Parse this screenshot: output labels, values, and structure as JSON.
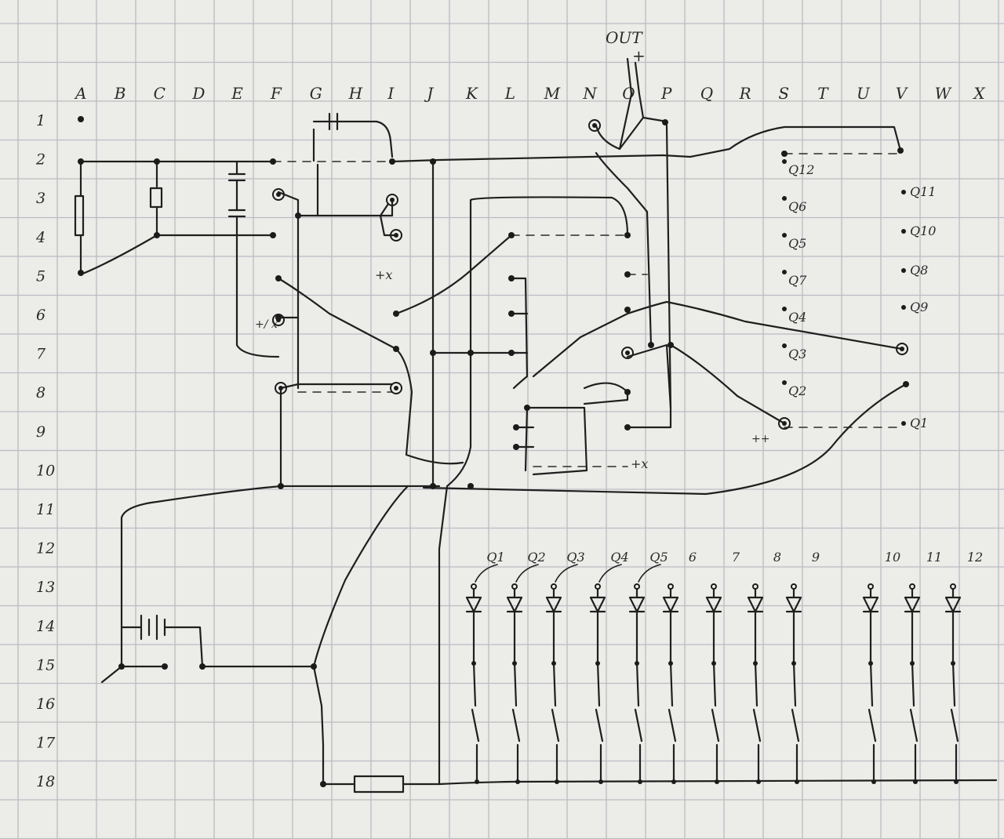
{
  "sheet": {
    "paper_color": "#ecece8",
    "grid_color": "#b9bcc2",
    "ink_color": "#1f1f1f"
  },
  "column_letters": [
    "A",
    "B",
    "C",
    "D",
    "E",
    "F",
    "G",
    "H",
    "I",
    "J",
    "K",
    "L",
    "M",
    "N",
    "O",
    "P",
    "Q",
    "R",
    "S",
    "T",
    "U",
    "V",
    "W",
    "X"
  ],
  "row_numbers": [
    "1",
    "2",
    "3",
    "4",
    "5",
    "6",
    "7",
    "8",
    "9",
    "10",
    "11",
    "12",
    "13",
    "14",
    "15",
    "16",
    "17",
    "18"
  ],
  "top_labels": {
    "out": "OUT",
    "plus": "+"
  },
  "transistor_labels": {
    "left_column": [
      "Q12",
      "Q6",
      "Q5",
      "Q7",
      "Q4",
      "Q3",
      "Q2"
    ],
    "right_column": [
      "Q11",
      "Q10",
      "Q8",
      "Q9",
      "Q1"
    ]
  },
  "diode_labels": [
    "Q1",
    "Q2",
    "Q3",
    "Q4",
    "Q5",
    "6",
    "7",
    "8",
    "9",
    "10",
    "11",
    "12"
  ],
  "junction_marks": {
    "mark_1": "+x",
    "mark_2": "+/ x",
    "mark_3": "+x",
    "mark_4": "++"
  }
}
